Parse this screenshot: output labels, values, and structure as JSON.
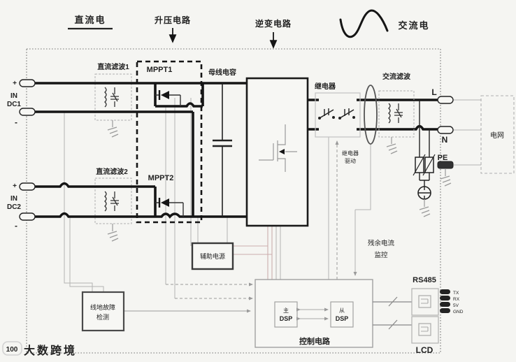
{
  "header": {
    "dc_label": "直流电",
    "boost_label": "升压电路",
    "inverter_label": "逆变电路",
    "ac_label": "交流电"
  },
  "inputs": {
    "in1_plus": "+",
    "in1_word": "IN",
    "in1_id": "DC1",
    "in1_minus": "-",
    "in2_plus": "+",
    "in2_word": "IN",
    "in2_id": "DC2",
    "in2_minus": "-"
  },
  "blocks": {
    "dc_filter1": "直流滤波1",
    "dc_filter2": "直流滤波2",
    "mppt1": "MPPT1",
    "mppt2": "MPPT2",
    "bus_cap": "母线电容",
    "relay": "继电器",
    "relay_drive_line1": "继电器",
    "relay_drive_line2": "驱动",
    "ac_filter": "交流滤波",
    "grid": "电网",
    "aux_power": "辅助电源",
    "fault_line1": "线地故障",
    "fault_line2": "检测",
    "control": "控制电路",
    "dsp_master_tag": "主",
    "dsp_master": "DSP",
    "dsp_slave_tag": "从",
    "dsp_slave": "DSP",
    "residual_line1": "残余电流",
    "residual_line2": "监控",
    "rs485": "RS485",
    "lcd": "LCD"
  },
  "terminals": {
    "l": "L",
    "n": "N",
    "pe": "PE"
  },
  "pins": [
    "TX",
    "RX",
    "5V",
    "GND"
  ],
  "watermark": {
    "logo": "100",
    "text": "大数跨境"
  },
  "colors": {
    "power_line": "#151515",
    "signal_gray": "#a9a9a9",
    "signal_pink": "#ccadad",
    "box_gray": "#9a9a9a",
    "text_gray": "#8d8d8d",
    "watermark_gray": "#d2d2d2"
  }
}
